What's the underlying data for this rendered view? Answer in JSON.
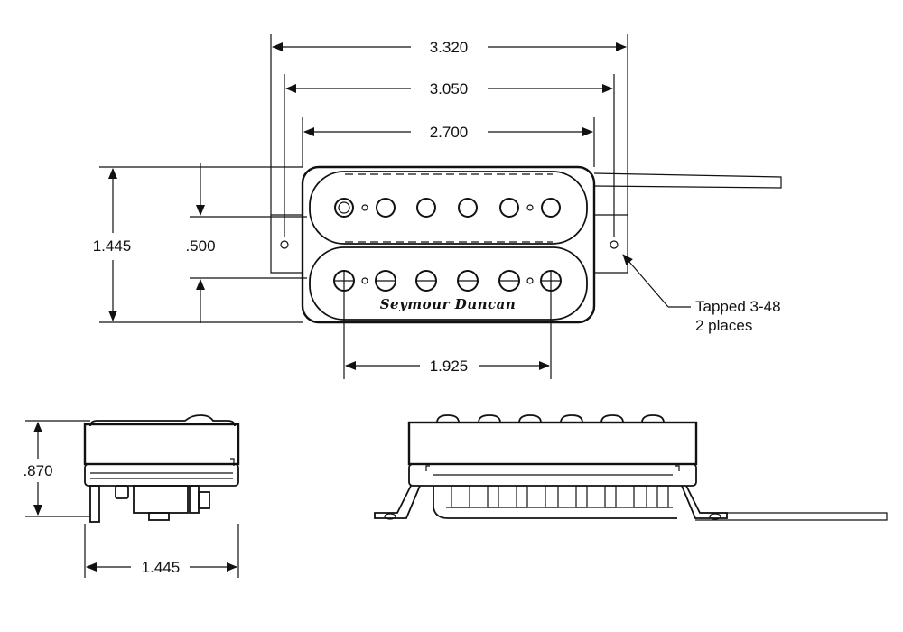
{
  "dimensions": {
    "overall_length": "3.320",
    "mounting_spacing": "3.050",
    "cover_length": "2.700",
    "height": "1.445",
    "coil_spacing": ".500",
    "pole_spacing": "1.925",
    "depth": ".870",
    "side_width": "1.445"
  },
  "note": {
    "line1": "Tapped 3-48",
    "line2": "2 places"
  },
  "brand": "Seymour Duncan"
}
